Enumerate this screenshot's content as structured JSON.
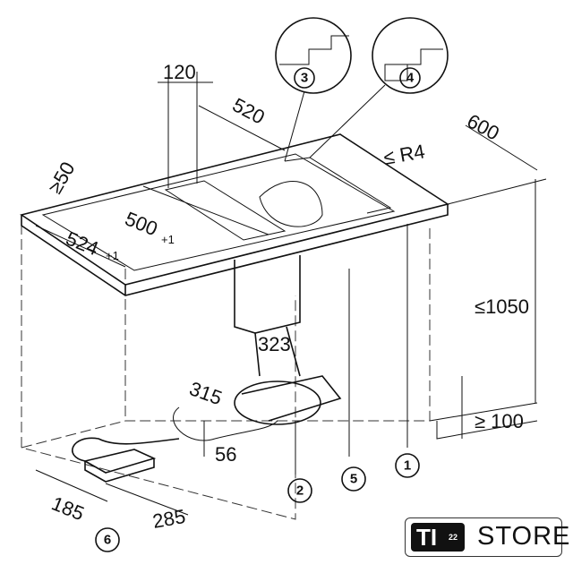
{
  "dimensions": {
    "d120": "120",
    "d520": "520",
    "d600": "600",
    "r4": "≤ R4",
    "d50": "≥50",
    "d500": "500",
    "d500_tol": "+1",
    "d524": "524",
    "d524_tol": "+1",
    "d1050": "≤1050",
    "d100": "≥ 100",
    "d323": "323",
    "d315": "315",
    "d56": "56",
    "d185": "185",
    "d285": "285"
  },
  "callouts": [
    "1",
    "2",
    "3",
    "4",
    "5",
    "6"
  ],
  "logo": {
    "text": "TI",
    "superscript": "22",
    "label": "STORE"
  }
}
